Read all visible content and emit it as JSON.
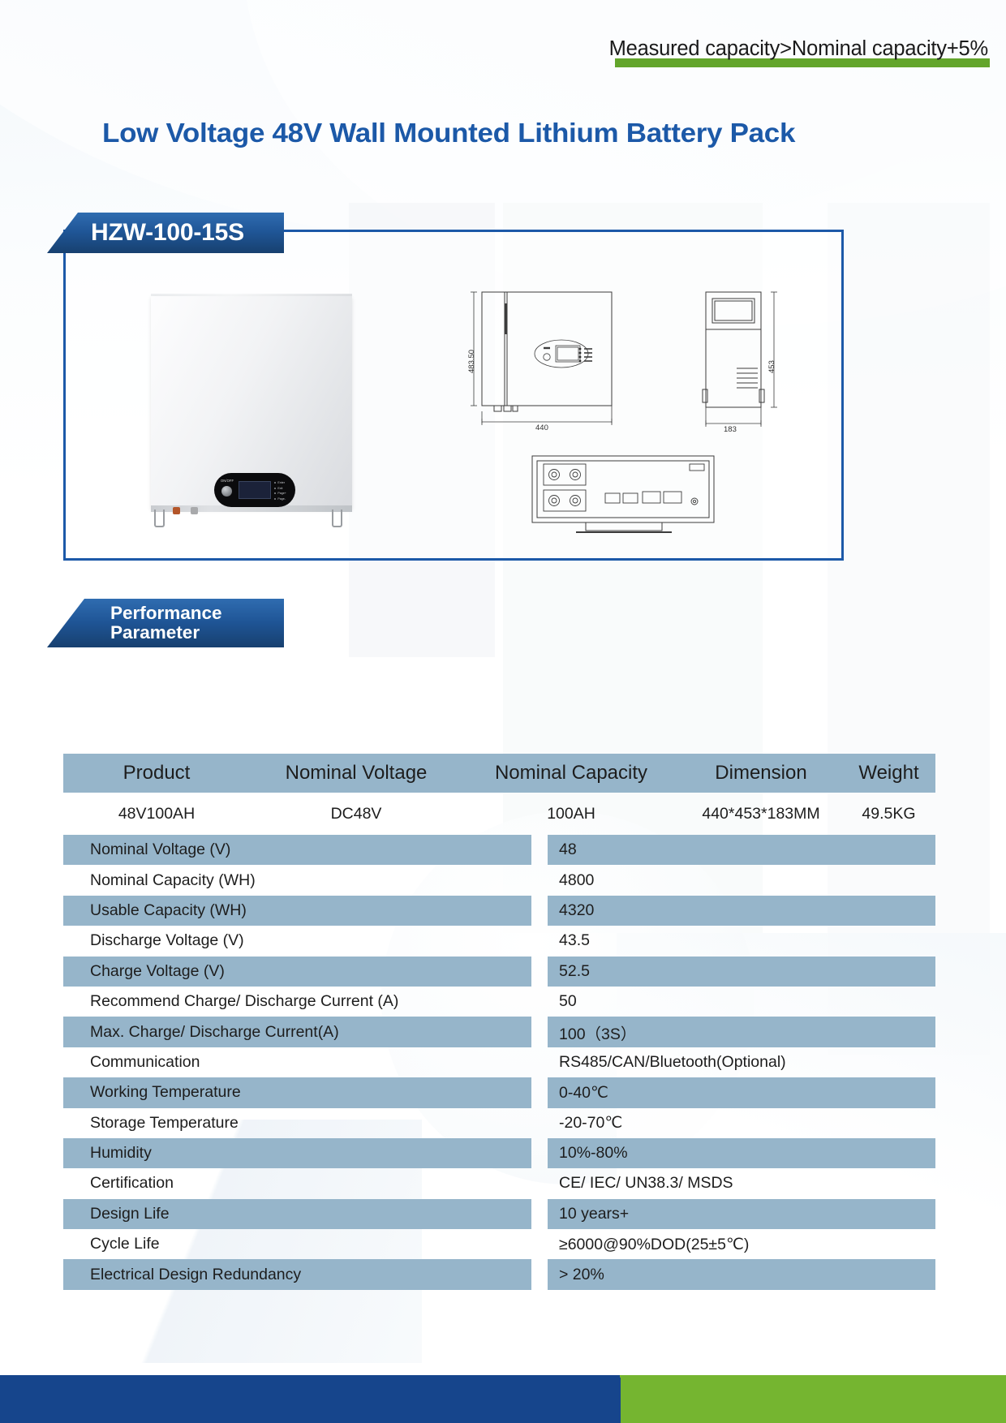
{
  "banner": {
    "note": "Measured capacity>Nominal capacity+5%",
    "underline_color": "#63a52b"
  },
  "title": "Low Voltage 48V Wall Mounted Lithium Battery Pack",
  "model_badge": "HZW-100-15S",
  "section_badge": {
    "line1": "Performance",
    "line2": "Parameter"
  },
  "product_photo": {
    "panel_onoff_label": "ON/OFF",
    "led_labels": [
      "Enter",
      "Exit",
      "Page+",
      "Page-"
    ]
  },
  "drawings": {
    "front_height": "483.50",
    "front_width": "440",
    "side_height": "453",
    "side_width": "183"
  },
  "summary_table": {
    "headers": [
      "Product",
      "Nominal Voltage",
      "Nominal Capacity",
      "Dimension",
      "Weight"
    ],
    "values": [
      "48V100AH",
      "DC48V",
      "100AH",
      "440*453*183MM",
      "49.5KG"
    ]
  },
  "specs": [
    {
      "key": "Nominal Voltage (V)",
      "value": "48"
    },
    {
      "key": "Nominal Capacity (WH)",
      "value": "4800"
    },
    {
      "key": "Usable Capacity (WH)",
      "value": "4320"
    },
    {
      "key": "Discharge Voltage (V)",
      "value": "43.5"
    },
    {
      "key": "Charge Voltage (V)",
      "value": "52.5"
    },
    {
      "key": "Recommend Charge/ Discharge Current (A)",
      "value": "50"
    },
    {
      "key": "Max. Charge/ Discharge Current(A)",
      "value": "100（3S）"
    },
    {
      "key": "Communication",
      "value": "RS485/CAN/Bluetooth(Optional)"
    },
    {
      "key": "Working Temperature",
      "value": "0-40℃"
    },
    {
      "key": "Storage Temperature",
      "value": "-20-70℃"
    },
    {
      "key": "Humidity",
      "value": "10%-80%"
    },
    {
      "key": "Certification",
      "value": "CE/ IEC/ UN38.3/ MSDS"
    },
    {
      "key": "Design Life",
      "value": "10 years+"
    },
    {
      "key": "Cycle Life",
      "value": "≥6000@90%DOD(25±5℃)"
    },
    {
      "key": "Electrical Design Redundancy",
      "value": "> 20%"
    }
  ],
  "colors": {
    "brand_blue": "#1c59a8",
    "table_shade": "#96b5ca",
    "footer_blue": "#16458c",
    "footer_green": "#75b530"
  }
}
